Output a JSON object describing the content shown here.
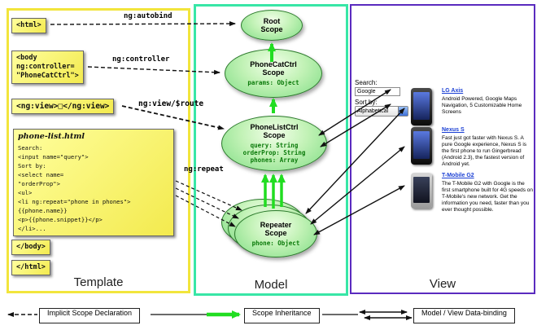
{
  "columns": {
    "template": {
      "label": "Template"
    },
    "model": {
      "label": "Model"
    },
    "view": {
      "label": "View"
    }
  },
  "template": {
    "html_open": "<html>",
    "body_open": [
      "<body",
      "ng:controller=",
      "\"PhoneCatCtrl\">"
    ],
    "ng_view": "<ng:view>□</ng:view>",
    "phone_list": {
      "title": "phone-list.html",
      "lines": [
        "Search:",
        "<input name=\"query\">",
        "Sort by:",
        "<select name=",
        "\"orderProp\">",
        "<ul>",
        "<li ng:repeat=\"phone in phones\">",
        "{{phone.name}}",
        "<p>{{phone.snippet}}</p>",
        "</li>..."
      ]
    },
    "body_close": "</body>",
    "html_close": "</html>"
  },
  "arrow_labels": {
    "autobind": "ng:autobind",
    "controller": "ng:controller",
    "view_route": "ng:view/$route",
    "repeat": "ng:repeat"
  },
  "model": {
    "root": {
      "line1": "Root",
      "line2": "Scope"
    },
    "phonecat": {
      "line1": "PhoneCatCtrl",
      "line2": "Scope",
      "props": [
        "params: Object"
      ]
    },
    "phonelist": {
      "line1": "PhoneListCtrl",
      "line2": "Scope",
      "props": [
        "query: String",
        "orderProp: String",
        "phones: Array"
      ]
    },
    "repeater": {
      "line1": "Repeater",
      "line2": "Scope",
      "props": [
        "phone: Object"
      ]
    }
  },
  "view": {
    "search_label": "Search:",
    "search_value": "Google",
    "sort_label": "Sort by:",
    "sort_value": "Alphabetical",
    "phones": [
      {
        "name": "LG Axis",
        "desc": "Android Powered, Google Maps Navigation, 5 Customizable Home Screens"
      },
      {
        "name": "Nexus S",
        "desc": "Fast just got faster with Nexus S. A pure Google experience, Nexus S is the first phone to run Gingerbread (Android 2.3), the fastest version of Android yet."
      },
      {
        "name": "T-Mobile G2",
        "desc": "The T-Mobile G2 with Google is the first smartphone built for 4G speeds on T-Mobile's new network. Get the information you need, faster than you ever thought possible."
      }
    ]
  },
  "legend": {
    "implicit": "Implicit Scope Declaration",
    "inheritance": "Scope Inheritance",
    "binding": "Model / View Data-binding"
  },
  "colors": {
    "template_border": "#f2e53c",
    "model_border": "#38e6a6",
    "view_border": "#5a2bbf",
    "scope_fill": "#7fdd85",
    "inherit_green": "#21dd21",
    "link_blue": "#1a3fd4"
  }
}
